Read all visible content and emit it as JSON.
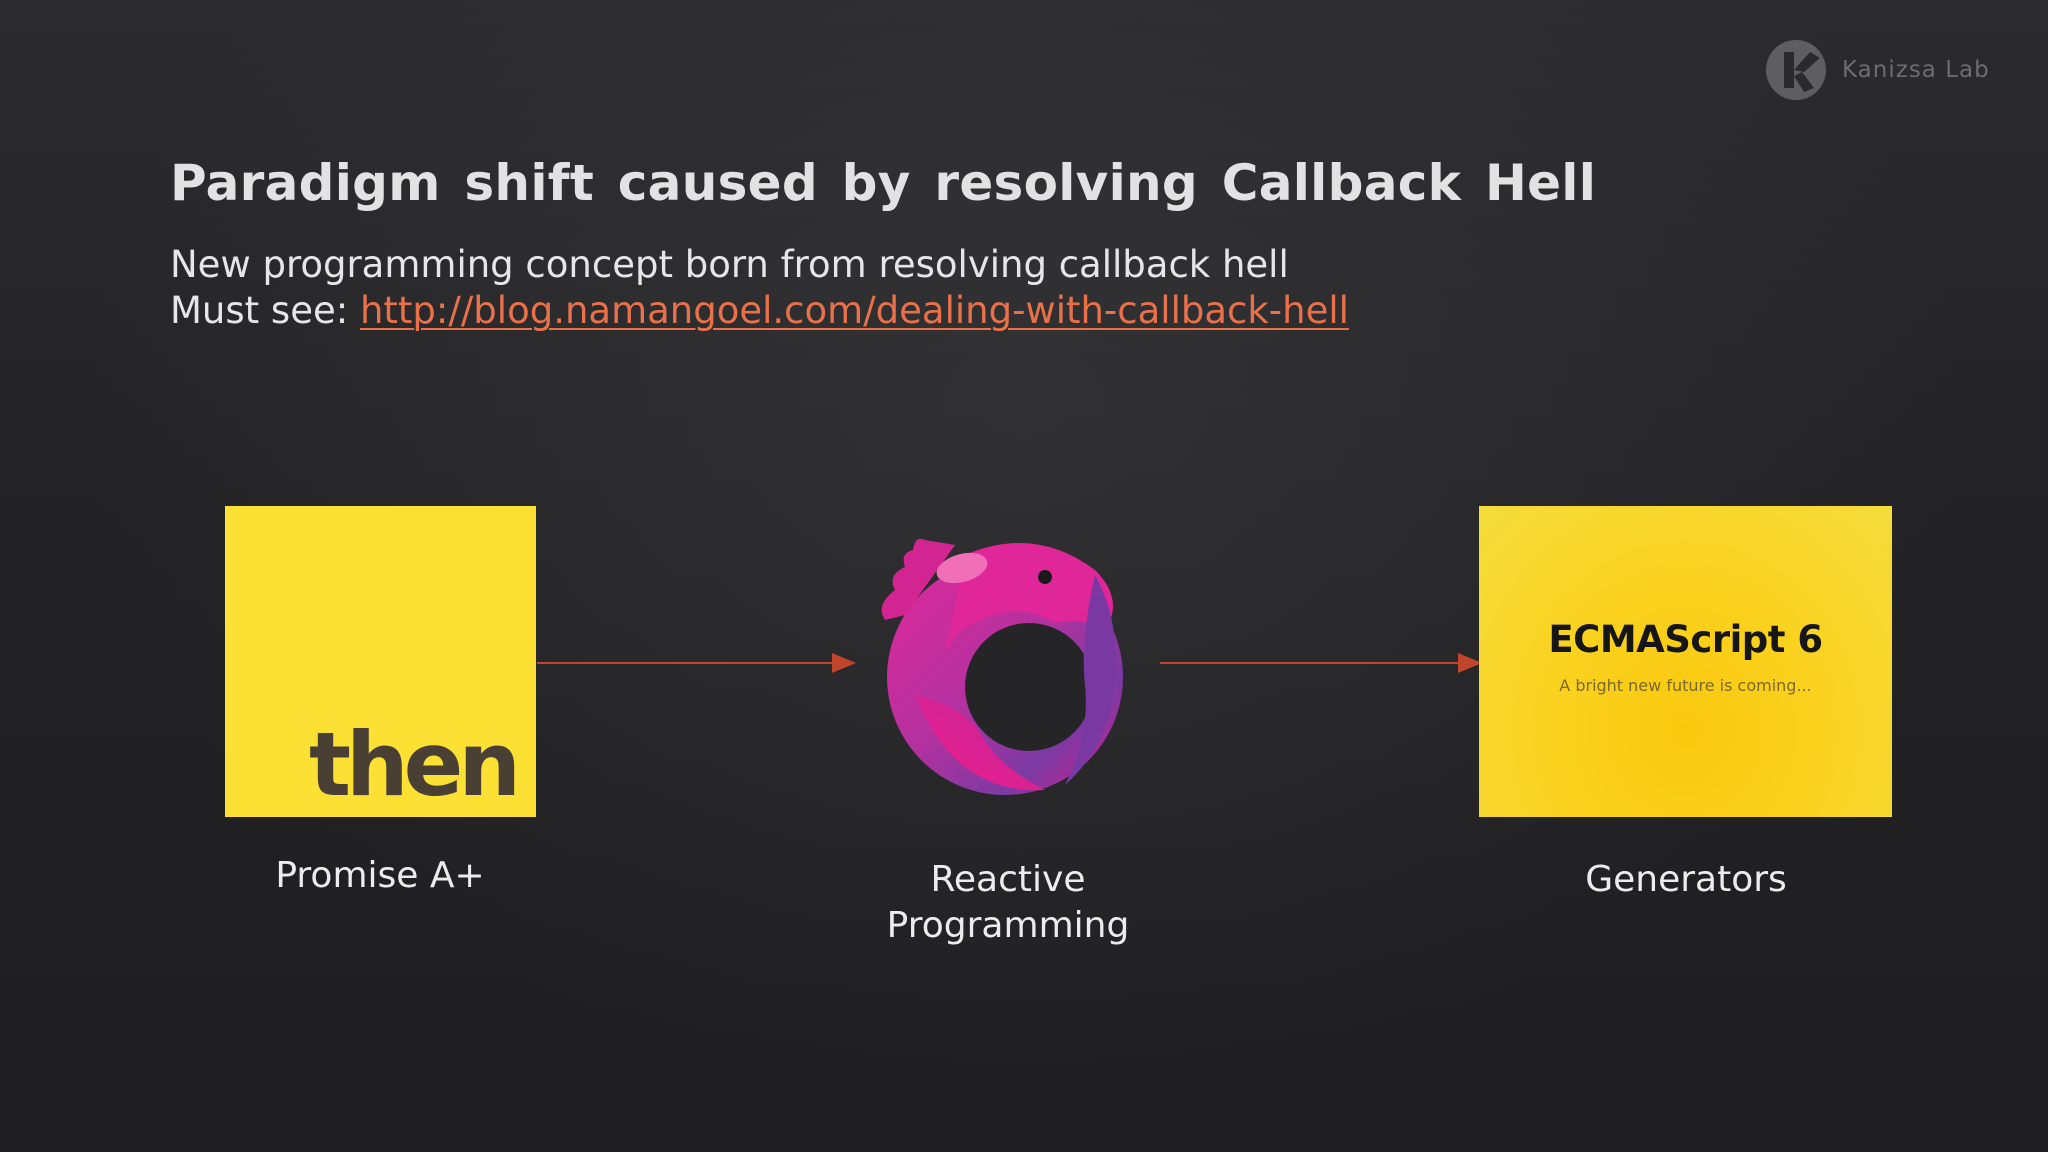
{
  "brand": {
    "name": "Kanizsa Lab",
    "logo_icon": "kanizsa-k-icon"
  },
  "slide": {
    "title": "Paradigm shift caused by resolving Callback Hell",
    "subtitle_line1": "New programming concept born from resolving callback hell",
    "must_see_label": "Must see: ",
    "link_text": "http://blog.namangoel.com/dealing-with-callback-hell"
  },
  "flow": {
    "items": [
      {
        "icon": "then-logo",
        "label": "Promise A+",
        "logo_text": "then",
        "color": "#fde034"
      },
      {
        "icon": "reactivex-eel-icon",
        "label_line1": "Reactive",
        "label_line2": "Programming",
        "color": "#e91e8c"
      },
      {
        "icon": "ecmascript6-logo",
        "label": "Generators",
        "logo_title": "ECMAScript 6",
        "logo_subtitle": "A bright new future is coming...",
        "color": "#f9c80e"
      }
    ],
    "arrow_color": "#c0452c"
  }
}
